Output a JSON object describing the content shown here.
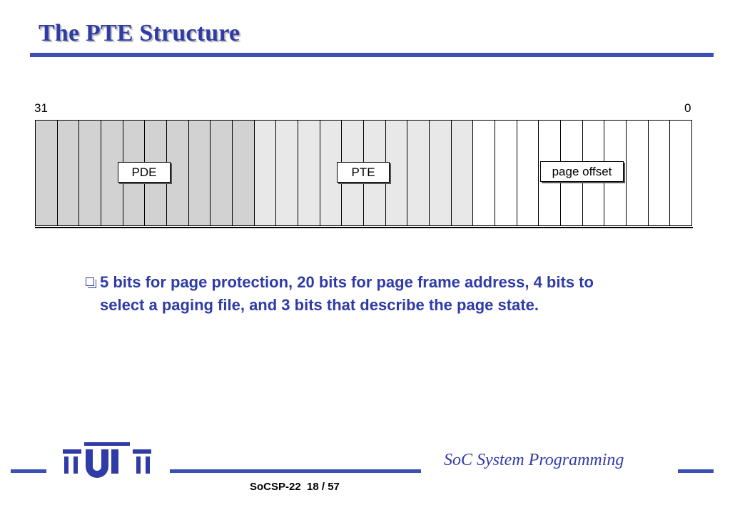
{
  "slide": {
    "title": "The PTE Structure",
    "bullet": "5 bits for page protection, 20 bits for page frame address, 4 bits to select a paging file, and 3 bits that describe the page state.",
    "footer": "SoCSP-22  18 / 57",
    "course": "SoC System Programming"
  },
  "diagram": {
    "high_bit": "31",
    "low_bit": "0",
    "fields": [
      {
        "label": "PDE",
        "bits": 10,
        "color": "#d2d2d2"
      },
      {
        "label": "PTE",
        "bits": 10,
        "color": "#e8e8e8"
      },
      {
        "label": "page offset",
        "bits": 10,
        "color": "#ffffff"
      }
    ]
  },
  "logo": {
    "icon": "tuit-logo",
    "color": "#2f3ba6"
  }
}
